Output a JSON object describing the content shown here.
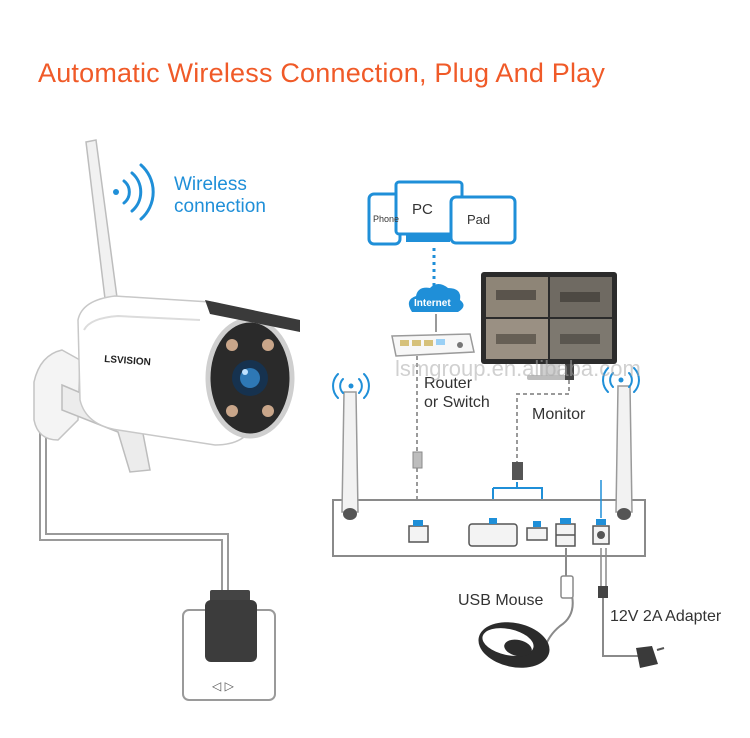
{
  "title": "Automatic Wireless Connection, Plug And Play",
  "wireless_label_line1": "Wireless",
  "wireless_label_line2": "connection",
  "devices": {
    "phone": "Phone",
    "pc": "PC",
    "pad": "Pad"
  },
  "internet_label": "Internet",
  "router_label_line1": "Router",
  "router_label_line2": "or Switch",
  "monitor_label": "Monitor",
  "camera_brand": "LSVISION",
  "usb_mouse_label": "USB Mouse",
  "adapter_label": "12V 2A Adapter",
  "watermark": "lsmgroup.en.alibaba.com",
  "colors": {
    "title": "#f05a28",
    "accent_blue": "#1f8fd8",
    "line_gray": "#9a9a9a"
  }
}
